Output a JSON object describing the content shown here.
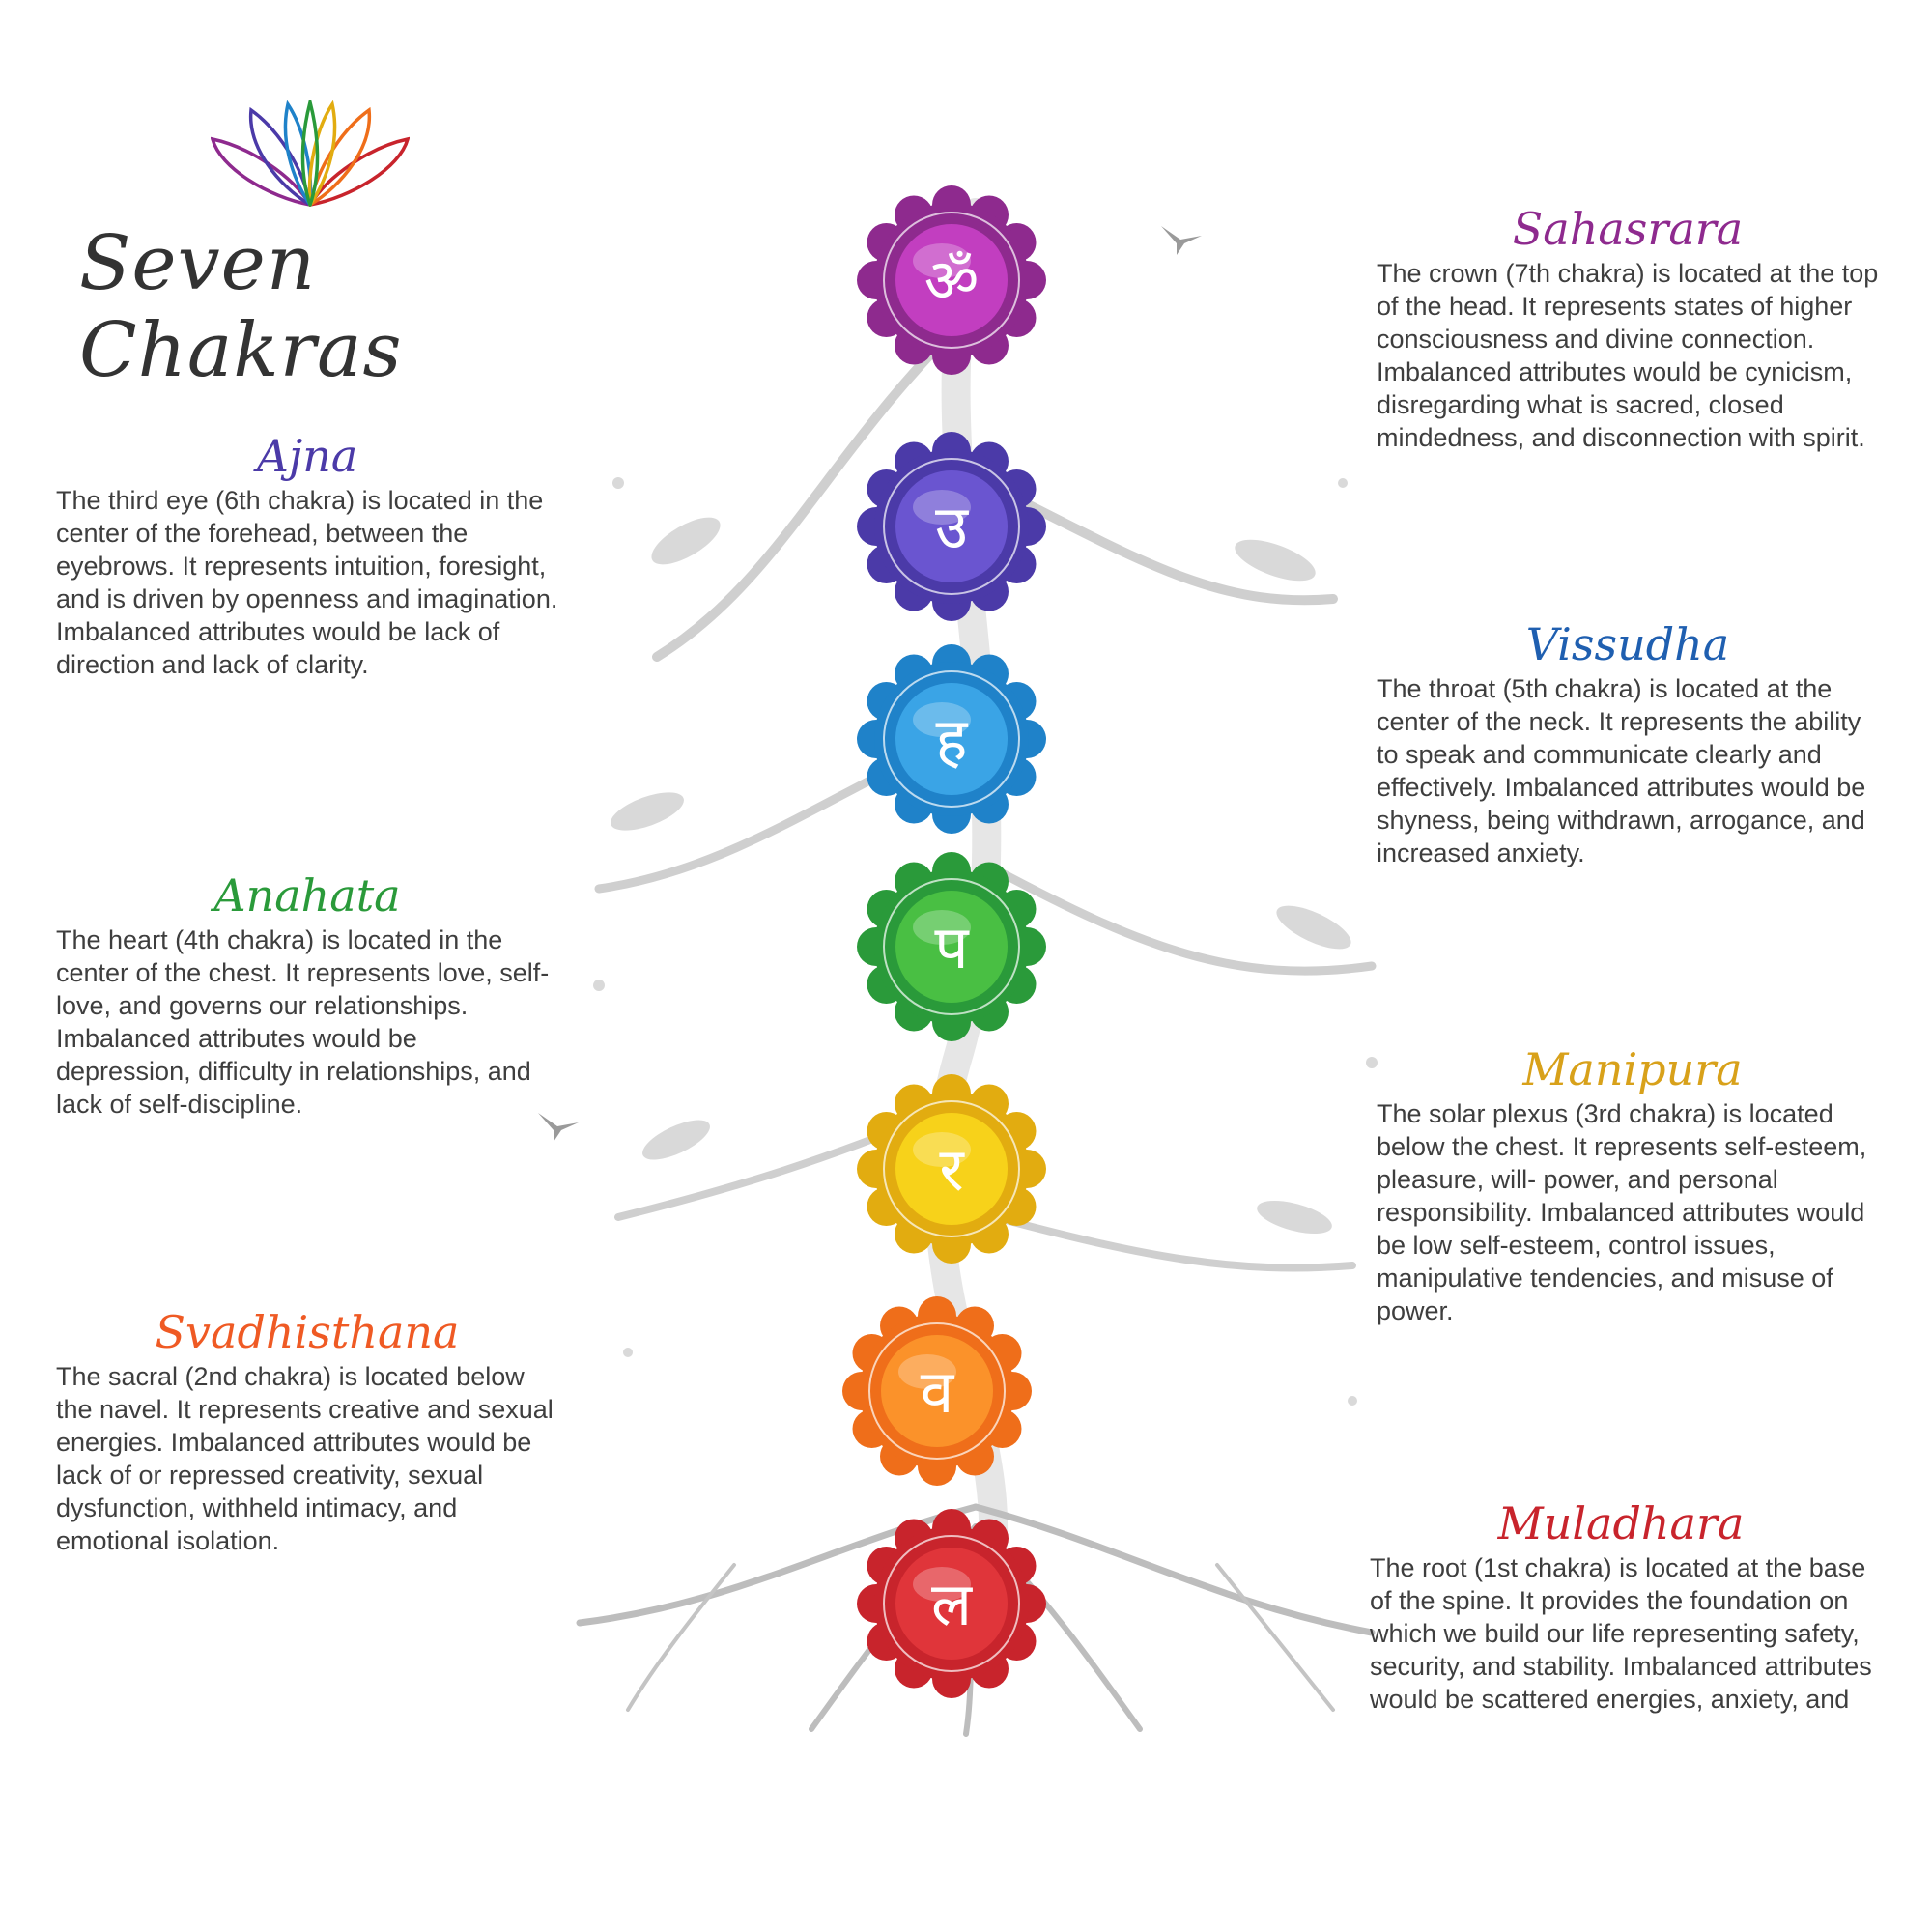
{
  "header": {
    "title": "Seven Chakras"
  },
  "colors": {
    "crown": "#8e2a8e",
    "third_eye": "#4b3aa8",
    "throat": "#1f82c9",
    "heart": "#2a9a3a",
    "solar": "#e2ac10",
    "sacral": "#ef6e1a",
    "root": "#c8242c"
  },
  "medallions": [
    {
      "id": "crown",
      "glyph": "ॐ",
      "color": "#8e2a8e",
      "inner": "#c23ec0"
    },
    {
      "id": "third_eye",
      "glyph": "उ",
      "color": "#4b3aa8",
      "inner": "#6a55d0"
    },
    {
      "id": "throat",
      "glyph": "ह",
      "color": "#1f82c9",
      "inner": "#3aa4e6"
    },
    {
      "id": "heart",
      "glyph": "प",
      "color": "#2a9a3a",
      "inner": "#49bf43"
    },
    {
      "id": "solar",
      "glyph": "र",
      "color": "#e2ac10",
      "inner": "#f7d21a"
    },
    {
      "id": "sacral",
      "glyph": "व",
      "color": "#ef6e1a",
      "inner": "#fb922a"
    },
    {
      "id": "root",
      "glyph": "ल",
      "color": "#c8242c",
      "inner": "#e0353a"
    }
  ],
  "chakras": {
    "sahasrara": {
      "name": "Sahasrara",
      "color": "#8e2a8e",
      "description": "The crown (7th chakra) is located at the top of the head.  It represents states of higher consciousness and divine connection.  Imbalanced attributes would be cynicism, disregarding what is sacred, closed mindedness, and disconnection with spirit."
    },
    "ajna": {
      "name": "Ajna",
      "color": "#4b3aa8",
      "description": "The third eye (6th chakra) is located in the center of the forehead, between the eyebrows. It represents intuition, foresight, and is driven by openness and imagination. Imbalanced attributes would be lack of direction and lack of clarity."
    },
    "vissudha": {
      "name": "Vissudha",
      "color": "#1f5fb0",
      "description": "The throat (5th chakra) is located at the center of the neck. It represents the ability to speak and communicate clearly and effectively. Imbalanced attributes would be shyness, being withdrawn, arrogance, and increased anxiety."
    },
    "anahata": {
      "name": "Anahata",
      "color": "#2a9a3a",
      "description": "The heart (4th chakra) is located in the center of the chest. It represents love, self-love, and governs our relationships. Imbalanced attributes would be depression, difficulty in relationships, and lack of self-discipline."
    },
    "manipura": {
      "name": "Manipura",
      "color": "#d8a11a",
      "description": "The solar plexus (3rd chakra) is located below the chest. It represents self-esteem, pleasure, will- power, and personal responsibility. Imbalanced attributes would be low self-esteem, control issues, manipulative tendencies, and misuse of power."
    },
    "svadhisthana": {
      "name": "Svadhisthana",
      "color": "#ef5a24",
      "description": "The sacral (2nd chakra) is located below the navel. It represents creative and sexual energies. Imbalanced attributes would be lack of or repressed creativity, sexual dysfunction, withheld intimacy, and emotional isolation."
    },
    "muladhara": {
      "name": "Muladhara",
      "color": "#c8242c",
      "description": "The root (1st chakra) is located at the base of the spine. It provides the foundation on which we build our life representing safety, security, and stability. Imbalanced attributes would be scattered energies, anxiety, and"
    }
  }
}
